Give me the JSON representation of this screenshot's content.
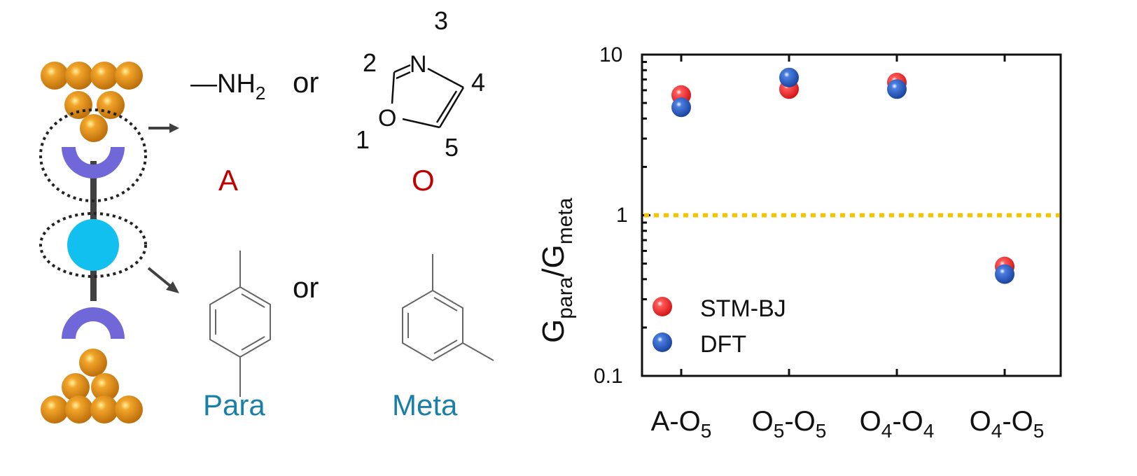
{
  "diagram": {
    "anchor_group_text": "—NH",
    "anchor_sub": "2",
    "or_1": "or",
    "or_2": "or",
    "oxazole_atoms": {
      "N": "N",
      "O": "O"
    },
    "oxazole_positions": [
      "1",
      "2",
      "3",
      "4",
      "5"
    ],
    "label_A": "A",
    "label_O": "O",
    "label_para": "Para",
    "label_meta": "Meta",
    "colors": {
      "gold": "#e8961a",
      "linker": "#7068d8",
      "core": "#12c0f0",
      "anchor_label": "#c00000",
      "ring_label": "#1a7fa8"
    }
  },
  "chart_data": {
    "type": "scatter",
    "yscale": "log",
    "ylim": [
      0.1,
      10
    ],
    "yticks": [
      "10",
      "1",
      "0.1"
    ],
    "ylabel_main": "G",
    "ylabel_sub1": "para",
    "ylabel_slash": "/G",
    "ylabel_sub2": "meta",
    "categories": [
      {
        "main": "A-O",
        "sub": "5",
        "main2": "",
        "sub2": ""
      },
      {
        "main": "O",
        "sub": "5",
        "main2": "-O",
        "sub2": "5"
      },
      {
        "main": "O",
        "sub": "4",
        "main2": "-O",
        "sub2": "4"
      },
      {
        "main": "O",
        "sub": "4",
        "main2": "-O",
        "sub2": "5"
      }
    ],
    "series": [
      {
        "name": "STM-BJ",
        "color": "#e82020",
        "values": [
          5.6,
          6.1,
          6.7,
          0.48
        ]
      },
      {
        "name": "DFT",
        "color": "#1e50b4",
        "values": [
          4.7,
          7.2,
          6.1,
          0.43
        ]
      }
    ],
    "reference_line": {
      "y": 1,
      "color": "#f5c400",
      "style": "dotted"
    },
    "legend_placement": "bottom-left"
  }
}
